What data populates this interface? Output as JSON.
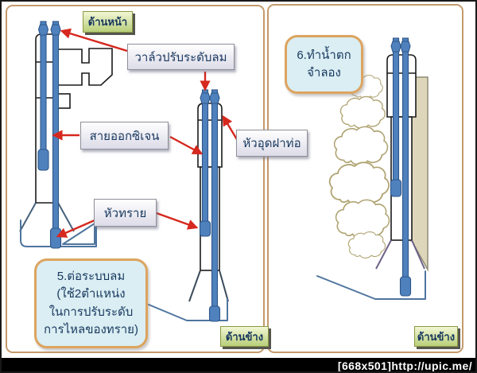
{
  "watermark": "[668x501]http://upic.me/",
  "panels": {
    "left": {
      "view_front": "ด้านหน้า",
      "view_side": "ด้านข้าง",
      "labels": {
        "valve": "วาล์วปรับระดับลม",
        "oxygen_line": "สายออกซิเจน",
        "pipe_cap": "หัวอุดฝาท่อ",
        "air_stone": "หัวทราย"
      },
      "note5": {
        "lines": [
          "5.ต่อระบบลม",
          "(ใช้2ตำแหน่ง",
          "ในการปรับระดับ",
          "การไหลของทราย)"
        ]
      }
    },
    "right": {
      "view_side": "ด้านข้าง",
      "note6": {
        "lines": [
          "6.ทำน้ำตก",
          "จำลอง"
        ]
      }
    }
  },
  "colors": {
    "frame_border": "#c49a6b",
    "tube_blue": "#4f81bd",
    "arrow_red": "#d6281e",
    "callout_fill": "#daeef3",
    "callout_border": "#dda45f",
    "label_text": "#17375e",
    "view_label_fill": "#cfdd8e",
    "board_fill": "#ded6ba",
    "cloud_outline": "#b0a473"
  }
}
